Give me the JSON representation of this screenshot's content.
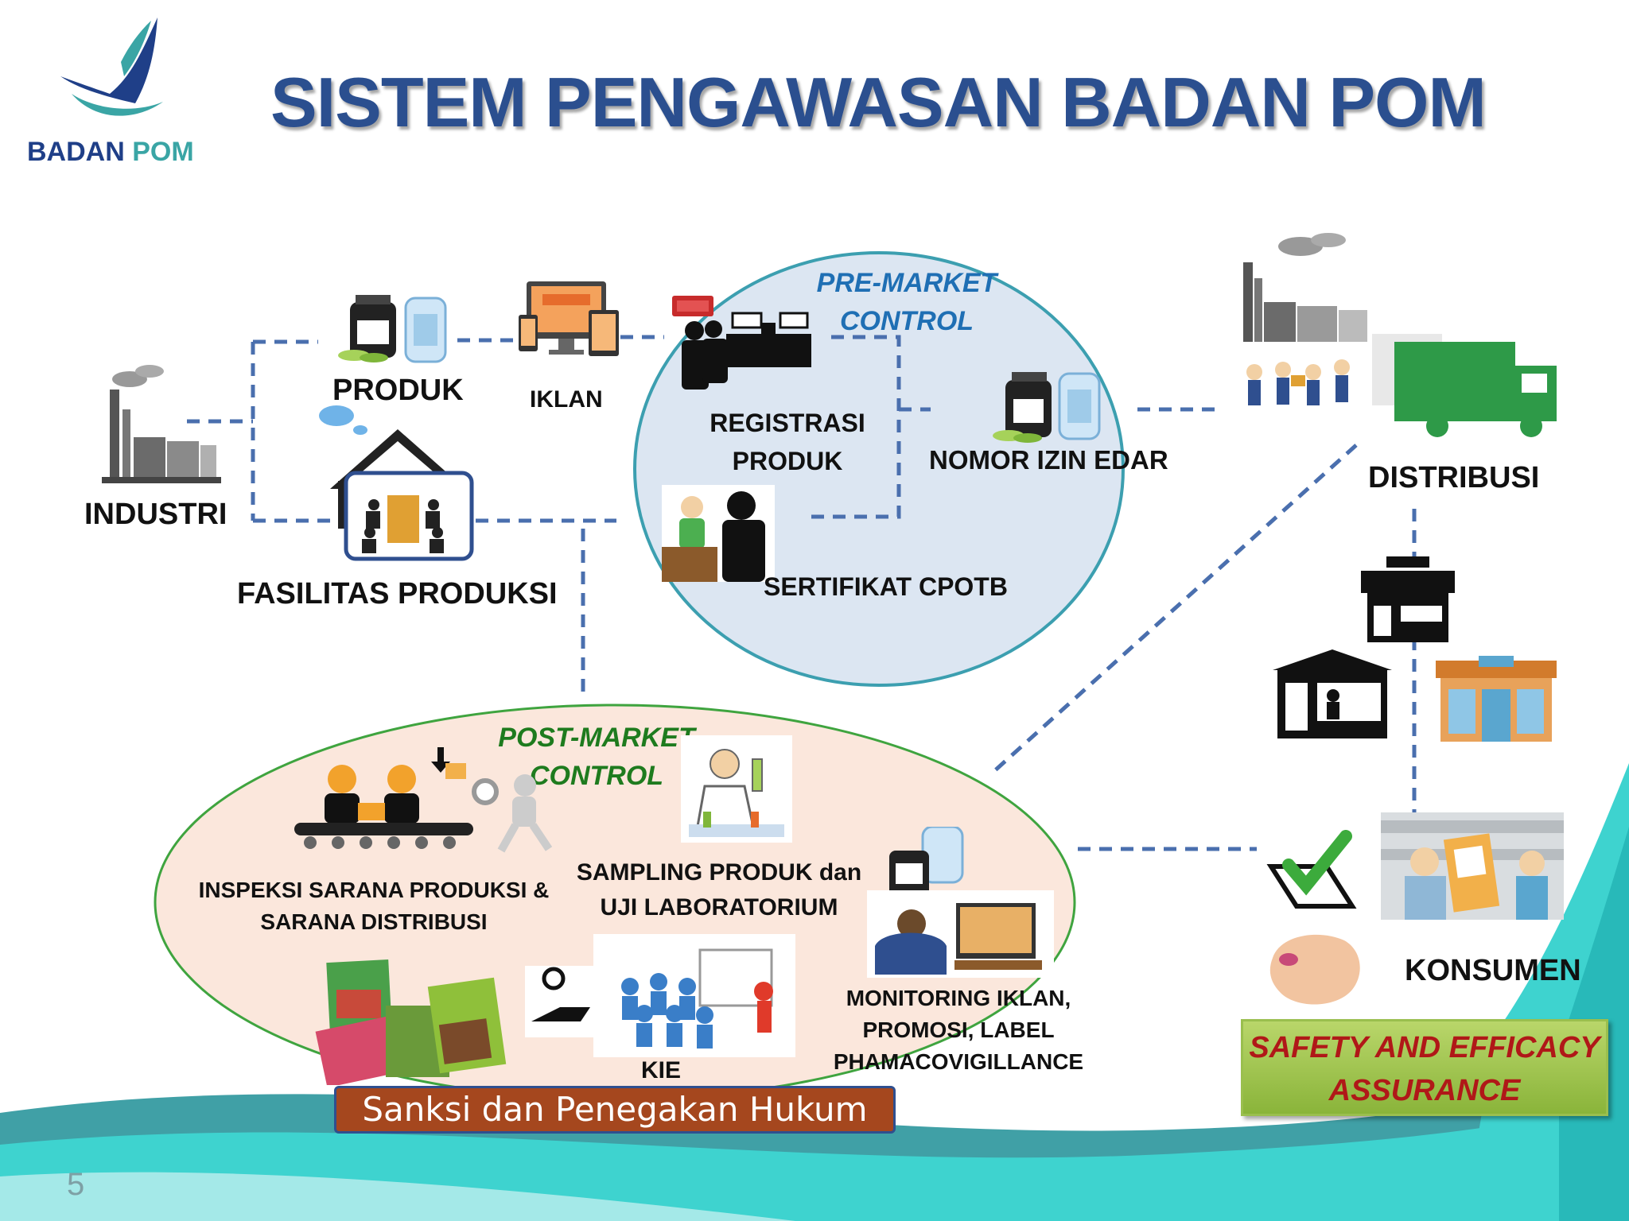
{
  "title": "SISTEM PENGAWASAN BADAN POM",
  "logo": {
    "text_part1": "BADAN",
    "text_part2": "POM"
  },
  "slide_number": "5",
  "nodes": {
    "industri": "INDUSTRI",
    "produk": "PRODUK",
    "iklan": "IKLAN",
    "fasilitas_produksi": "FASILITAS PRODUKSI",
    "registrasi_line1": "REGISTRASI",
    "registrasi_line2": "PRODUK",
    "nomor_izin_edar": "NOMOR IZIN EDAR",
    "sertifikat": "SERTIFIKAT CPOTB",
    "distribusi": "DISTRIBUSI",
    "konsumen": "KONSUMEN"
  },
  "pre_market": {
    "line1": "PRE-MARKET",
    "line2": "CONTROL"
  },
  "post_market": {
    "line1": "POST-MARKET",
    "line2": "CONTROL",
    "inspeksi_line1": "INSPEKSI SARANA PRODUKSI &",
    "inspeksi_line2": "SARANA DISTRIBUSI",
    "sampling_line1": "SAMPLING PRODUK dan",
    "sampling_line2": "UJI LABORATORIUM",
    "kie": "KIE",
    "monitoring_line1": "MONITORING IKLAN,",
    "monitoring_line2": "PROMOSI, LABEL",
    "monitoring_line3": "PHAMACOVIGILLANCE"
  },
  "sanksi": "Sanksi dan Penegakan Hukum",
  "safety_line1": "SAFETY AND EFFICACY",
  "safety_line2": "ASSURANCE",
  "colors": {
    "title": "#2b4f8f",
    "connector": "#4a6fae",
    "pre_market_fill": "#dce6f2",
    "pre_market_border": "#3c9fb0",
    "post_market_fill": "#fbe7dc",
    "post_market_border": "#3fa43f",
    "teal_wave": "#3ed3cf",
    "safety_text": "#b01818",
    "sanksi_fill": "#a5471e"
  }
}
